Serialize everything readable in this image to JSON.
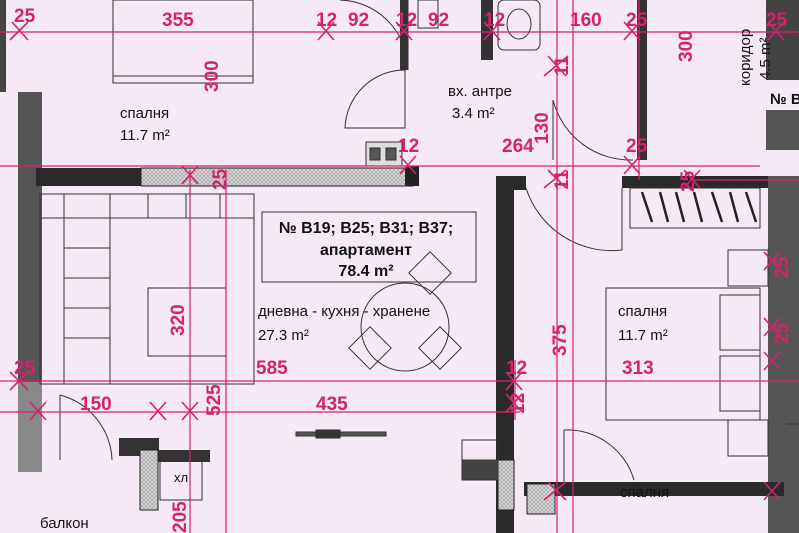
{
  "apartment": {
    "numbers": "№ B19; B25; B31; B37;",
    "type": "апартамент",
    "area": "78.4 m²"
  },
  "rooms": {
    "bedroom_1": {
      "name": "спалня",
      "area": "11.7 m²"
    },
    "entry_hall": {
      "name": "вх. антре",
      "area": "3.4 m²"
    },
    "corridor": {
      "name": "коридор",
      "area": "4.5 m²"
    },
    "living": {
      "name": "дневна - кухня - хранене",
      "area": "27.3 m²"
    },
    "bedroom_2": {
      "name": "спалня",
      "area": "11.7 m²"
    },
    "bedroom_3": {
      "name": "спалня"
    },
    "balcony": {
      "name": "балкон"
    },
    "fridge": {
      "label": "хл"
    },
    "neighbor": {
      "label": "№ B"
    }
  },
  "dimensions": {
    "d355": "355",
    "d300a": "300",
    "d92a": "92",
    "d92b": "92",
    "d160": "160",
    "d300b": "300",
    "d130": "130",
    "d264": "264",
    "d320": "320",
    "d375": "375",
    "d585": "585",
    "d313": "313",
    "d150": "150",
    "d525": "525",
    "d435": "435",
    "d205": "205",
    "d12": "12",
    "d25": "25",
    "d11": "11"
  },
  "colors": {
    "dimension": "#d6216f",
    "wall": "#111111",
    "floor": "#f6e9f6"
  }
}
